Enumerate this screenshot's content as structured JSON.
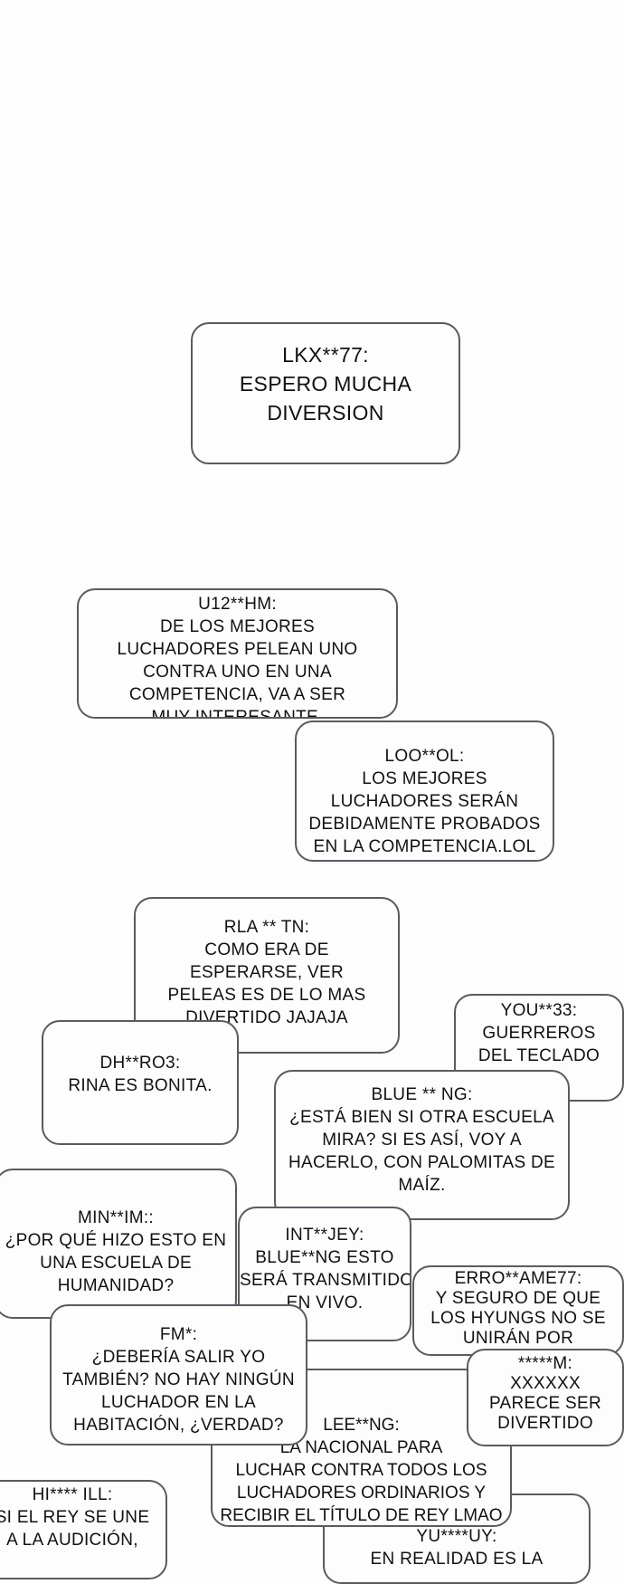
{
  "comments": {
    "lkx": {
      "user": "LKX**77:",
      "lines": [
        "ESPERO MUCHA",
        "DIVERSION"
      ]
    },
    "loo": {
      "user": "LOO**OL:",
      "lines": [
        "LOS MEJORES",
        "LUCHADORES SERÁN",
        "DEBIDAMENTE PROBADOS",
        "EN LA COMPETENCIA.LOL"
      ]
    },
    "u12": {
      "user": "U12**HM:",
      "lines": [
        "DE LOS MEJORES",
        "LUCHADORES PELEAN UNO",
        "CONTRA UNO EN UNA",
        "COMPETENCIA, VA A SER",
        "MUY INTERESANTE."
      ]
    },
    "rla": {
      "user": "RLA ** TN:",
      "lines": [
        "COMO ERA DE",
        "ESPERARSE, VER",
        "PELEAS ES DE LO MAS",
        "DIVERTIDO JAJAJA"
      ]
    },
    "you": {
      "user": "YOU**33:",
      "lines": [
        "GUERREROS",
        "DEL TECLADO"
      ]
    },
    "dh": {
      "user": "DH**RO3:",
      "lines": [
        "RINA ES BONITA."
      ]
    },
    "blue": {
      "user": "BLUE ** NG:",
      "lines": [
        "¿ESTÁ BIEN SI OTRA ESCUELA",
        "MIRA? SI ES ASÍ, VOY A",
        "HACERLO, CON PALOMITAS DE",
        "MAÍZ."
      ]
    },
    "min": {
      "user": "MIN**IM::",
      "lines": [
        "¿POR QUÉ HIZO ESTO EN",
        "UNA ESCUELA DE",
        "HUMANIDAD?"
      ]
    },
    "erro": {
      "user": "ERRO**AME77:",
      "lines": [
        "Y SEGURO DE QUE",
        "LOS HYUNGS NO SE",
        "UNIRÁN POR"
      ]
    },
    "star": {
      "user": "*****M:",
      "lines": [
        "XXXXXX",
        "PARECE SER",
        "DIVERTIDO"
      ]
    },
    "int": {
      "user": "INT**JEY:",
      "lines": [
        "BLUE**NG ESTO",
        "SERÁ TRANSMITIDO",
        "EN VIVO."
      ]
    },
    "yu": {
      "user": "YU****UY:",
      "lines": [
        "EN REALIDAD ES LA"
      ]
    },
    "lee": {
      "user": "LEE**NG:",
      "lines": [
        "LA NACIONAL PARA",
        "LUCHAR CONTRA TODOS LOS",
        "LUCHADORES ORDINARIOS Y",
        "RECIBIR EL TÍTULO DE REY LMAO"
      ]
    },
    "fm": {
      "user": "FM*:",
      "lines": [
        "¿DEBERÍA SALIR YO",
        "TAMBIÉN? NO HAY NINGÚN",
        "LUCHADOR EN LA",
        "HABITACIÓN, ¿VERDAD?"
      ]
    },
    "hi": {
      "user": "HI**** ILL:",
      "lines": [
        "SI EL REY SE UNE",
        "A LA AUDICIÓN,"
      ]
    }
  }
}
